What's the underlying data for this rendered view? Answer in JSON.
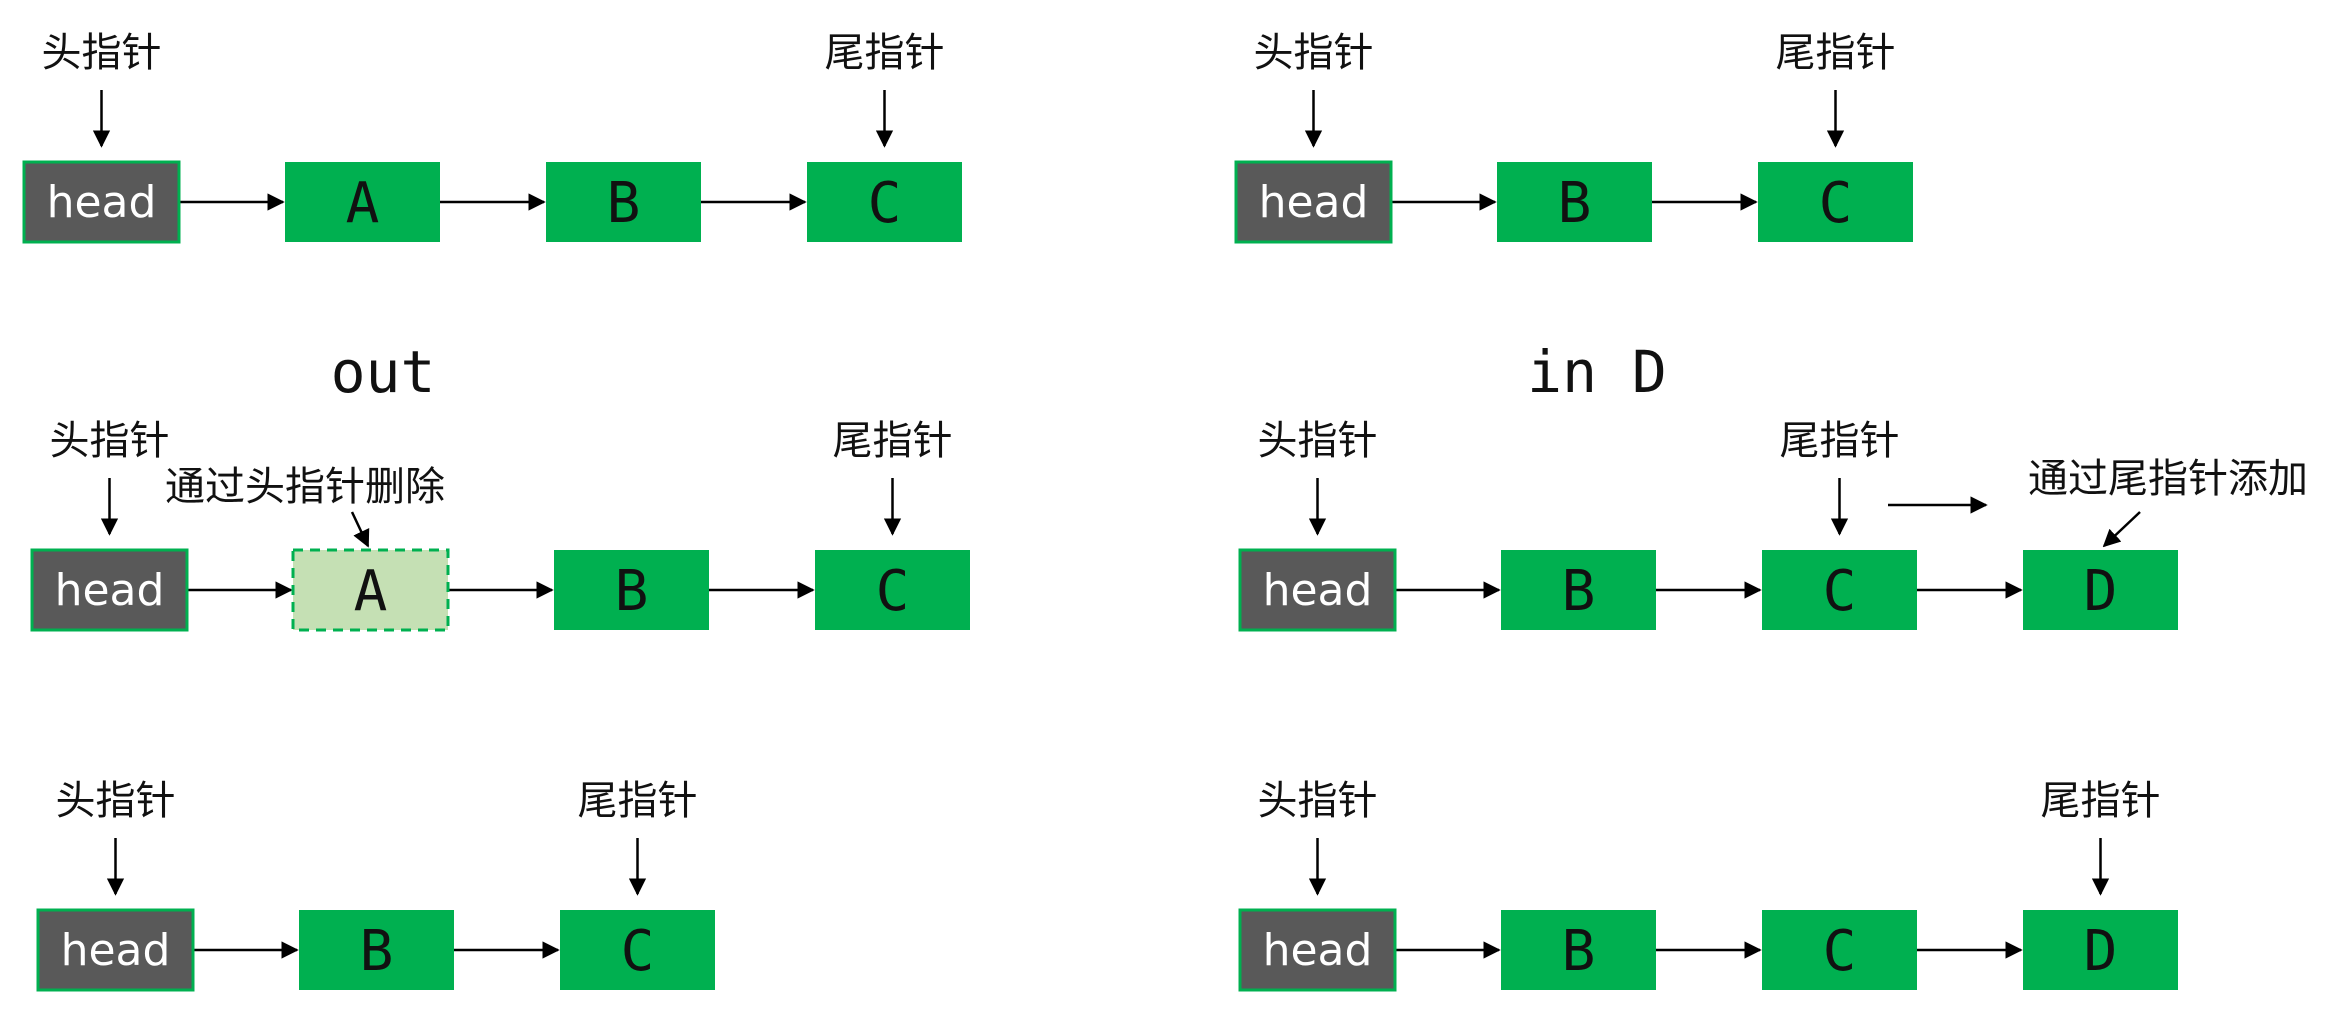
{
  "colors": {
    "node_fill": "#00b050",
    "head_fill": "#595959",
    "head_border": "#00b050",
    "deleted_fill": "#c5e0b4",
    "deleted_border": "#00b050",
    "line": "#000000"
  },
  "labels": {
    "head_pointer": "头指针",
    "tail_pointer": "尾指针",
    "delete_via_head": "通过头指针删除",
    "add_via_tail": "通过尾指针添加",
    "head_node": "head"
  },
  "operations": {
    "dequeue": "out",
    "enqueue": "in D"
  },
  "panels": [
    {
      "id": "dequeue-before",
      "nodes": [
        "head",
        "A",
        "B",
        "C"
      ],
      "deleted": [],
      "tail": "C"
    },
    {
      "id": "dequeue-during",
      "nodes": [
        "head",
        "A",
        "B",
        "C"
      ],
      "deleted": [
        "A"
      ],
      "tail": "C"
    },
    {
      "id": "dequeue-after",
      "nodes": [
        "head",
        "B",
        "C"
      ],
      "deleted": [],
      "tail": "C"
    },
    {
      "id": "enqueue-before",
      "nodes": [
        "head",
        "B",
        "C"
      ],
      "deleted": [],
      "tail": "C"
    },
    {
      "id": "enqueue-during",
      "nodes": [
        "head",
        "B",
        "C",
        "D"
      ],
      "deleted": [],
      "tail": "C"
    },
    {
      "id": "enqueue-after",
      "nodes": [
        "head",
        "B",
        "C",
        "D"
      ],
      "deleted": [],
      "tail": "D"
    }
  ]
}
